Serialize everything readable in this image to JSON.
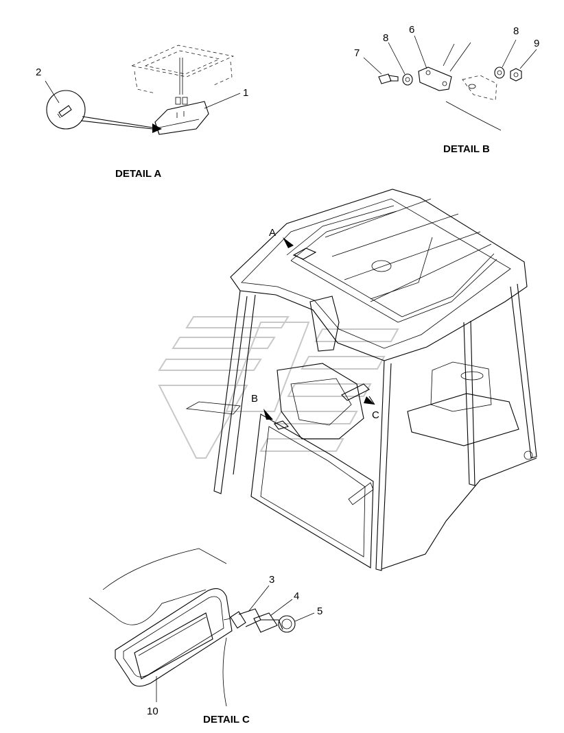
{
  "details": {
    "a_title": "DETAIL A",
    "b_title": "DETAIL B",
    "c_title": "DETAIL C"
  },
  "callouts": {
    "a": "A",
    "b": "B",
    "c": "C"
  },
  "part_numbers": {
    "p1": "1",
    "p2": "2",
    "p3": "3",
    "p4": "4",
    "p5": "5",
    "p6": "6",
    "p7": "7",
    "p8a": "8",
    "p8b": "8",
    "p9": "9",
    "p10": "10"
  }
}
